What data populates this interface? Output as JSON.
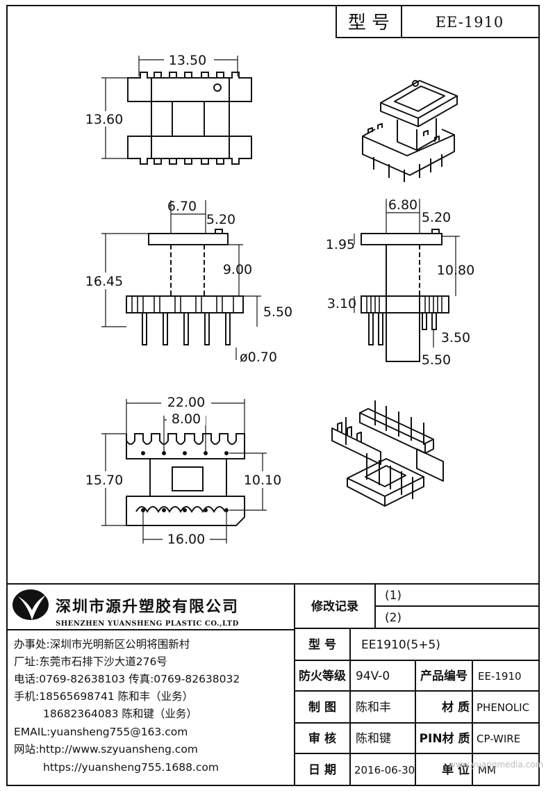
{
  "title_block": {
    "model_label": "型  号",
    "model_value": "EE-1910"
  },
  "dimensions": {
    "top_view_width": "13.50",
    "top_view_height": "13.60",
    "front_core_width": "6.70",
    "front_inner_width": "5.20",
    "front_total_height": "16.45",
    "front_column_height": "9.00",
    "front_pin_length": "5.50",
    "pin_diameter": "ø0.70",
    "side_core_width": "6.80",
    "side_inner_width": "5.20",
    "side_flange": "1.95",
    "side_column_height": "10.80",
    "side_base": "3.10",
    "side_pin_offset": "3.50",
    "side_bottom_width": "5.50",
    "bottom_total_width": "22.00",
    "bottom_pitch_width": "8.00",
    "bottom_total_height": "15.70",
    "bottom_row_spacing": "10.10",
    "bottom_pin_span": "16.00"
  },
  "company": {
    "name_cn": "深圳市源升塑胶有限公司",
    "name_en": "SHENZHEN YUANSHENG PLASTIC CO.,LTD",
    "office": "办事处:深圳市光明新区公明将围新村",
    "factory": "厂址:东莞市石排下沙大道276号",
    "phone": "电话:0769-82638103 传真:0769-82638032",
    "mobile1": "手机:18565698741 陈和丰（业务）",
    "mobile2": "18682364083 陈和键（业务）",
    "email": "EMAIL:yuansheng755@163.com",
    "web1": "网站:http://www.szyuansheng.com",
    "web2": "https://yuansheng755.1688.com"
  },
  "revision": {
    "label": "修改记录",
    "r1": "(1)",
    "r2": "(2)"
  },
  "spec_table": {
    "model_label": "型  号",
    "model_value": "EE1910(5+5)",
    "fire_label": "防火等级",
    "fire_value": "94V-0",
    "product_no_label": "产品编号",
    "product_no_value": "EE-1910",
    "drawn_label": "制 图",
    "drawn_value": "陈和丰",
    "material_label": "材 质",
    "material_value": "PHENOLIC",
    "review_label": "审 核",
    "review_value": "陈和键",
    "pin_material_label": "PIN材 质",
    "pin_material_value": "CP-WIRE",
    "date_label": "日 期",
    "date_value": "2016-06-30",
    "unit_label": "单 位",
    "unit_value": "MM"
  },
  "watermark": "www.yuangmedia.com"
}
